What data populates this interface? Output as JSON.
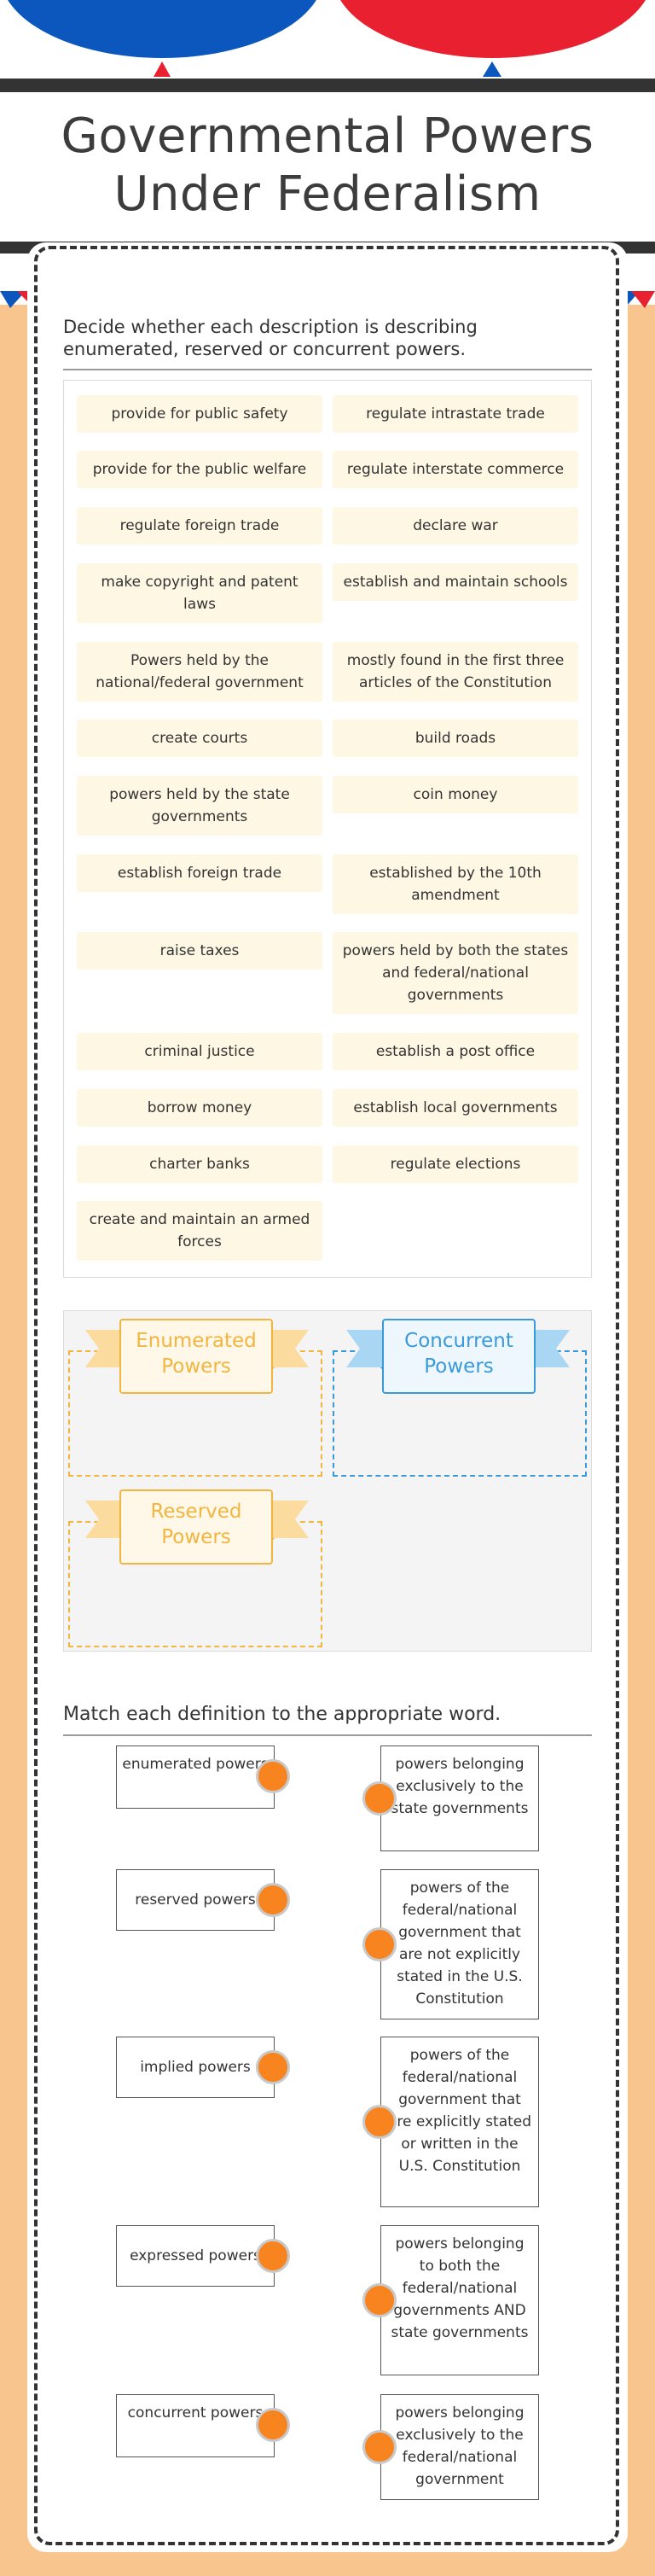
{
  "title": "Governmental Powers Under Federalism",
  "colors": {
    "balloon_blue": "#0b57bd",
    "balloon_red": "#e8202f",
    "dark_bar": "#333333",
    "sheet_orange": "#f7c58d",
    "chip_bg": "#fdf7e4",
    "enumerated_accent": "#f2b53f",
    "concurrent_accent": "#3a9ad9",
    "reserved_accent": "#f2b53f",
    "match_dot": "#f7841f"
  },
  "section1": {
    "instruction": "Decide whether each description is describing enumerated, reserved or concurrent powers.",
    "chips_left": [
      "provide for public safety",
      "provide for the public welfare",
      "regulate foreign trade",
      "make copyright and patent laws",
      "Powers held by the national/federal government",
      "create courts",
      "powers held by the state governments",
      "establish foreign trade",
      "raise taxes",
      "criminal justice",
      "borrow money",
      "charter banks",
      "create and maintain an armed forces"
    ],
    "chips_right": [
      "regulate intrastate trade",
      "regulate interstate commerce",
      "declare war",
      "establish and maintain schools",
      "mostly found in the first three articles of the Constitution",
      "build roads",
      "coin money",
      "established by the 10th amendment",
      "powers held by both the states and federal/national governments",
      "establish a post office",
      "establish local governments",
      "regulate elections"
    ],
    "categories": {
      "enumerated": "Enumerated Powers",
      "concurrent": "Concurrent Powers",
      "reserved": "Reserved Powers"
    }
  },
  "section2": {
    "instruction": "Match each definition to the appropriate word.",
    "words": [
      "enumerated powers",
      "reserved powers",
      "implied powers",
      "expressed powers",
      "concurrent powers"
    ],
    "definitions": [
      "powers belonging exclusively to the state governments",
      "powers of the federal/national government that are not explicitly stated in the U.S. Constitution",
      "powers of the federal/national government that are explicitly stated or written in the U.S. Constitution",
      "powers belonging to both the federal/national governments AND state governments",
      "powers belonging exclusively to the federal/national government"
    ]
  }
}
